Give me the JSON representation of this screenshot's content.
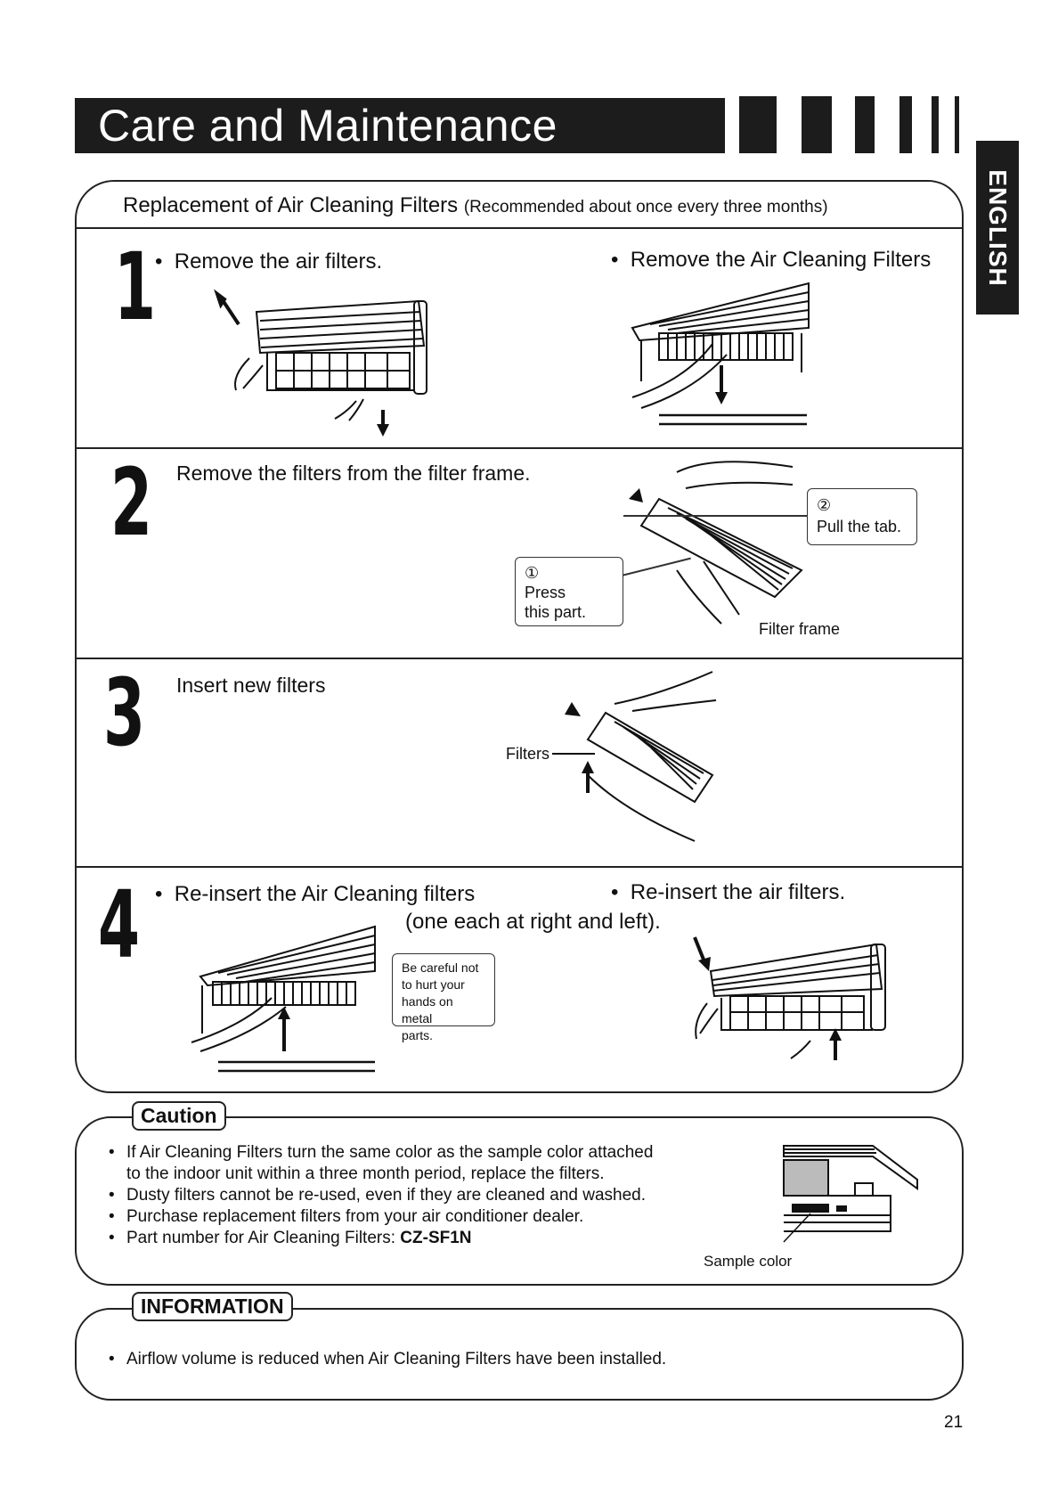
{
  "header": {
    "title": "Care and Maintenance",
    "language_tab": "ENGLISH"
  },
  "section": {
    "title": "Replacement of Air Cleaning Filters",
    "subtitle": "(Recommended about once every three months)"
  },
  "steps": [
    {
      "number": "1",
      "left_text": "Remove the air filters.",
      "right_text": "Remove the Air Cleaning Filters"
    },
    {
      "number": "2",
      "text": "Remove the filters from the filter frame.",
      "callout_pull": "Pull the tab.",
      "callout_pull_num": "②",
      "callout_press_num": "①",
      "callout_press": [
        "Press",
        "this part."
      ],
      "label_frame": "Filter frame"
    },
    {
      "number": "3",
      "text": "Insert new filters",
      "label_filters": "Filters"
    },
    {
      "number": "4",
      "left_text": "Re-insert the Air Cleaning filters",
      "left_text_2": "(one each at right and left).",
      "right_text": "Re-insert the air filters.",
      "callout_careful": [
        "Be careful not",
        "to hurt your",
        "hands on metal",
        "parts."
      ]
    }
  ],
  "caution": {
    "label": "Caution",
    "items": [
      "If Air Cleaning Filters turn the same color as the sample color attached",
      "to the indoor unit within a three month period, replace the filters.",
      "Dusty filters cannot be re-used, even if they are cleaned and washed.",
      "Purchase replacement filters from your air conditioner dealer."
    ],
    "part_prefix": "Part number for Air Cleaning Filters: ",
    "part_number": "CZ-SF1N",
    "sample_label": "Sample color"
  },
  "information": {
    "label": "INFORMATION",
    "items": [
      "Airflow volume is reduced when Air Cleaning Filters have been installed."
    ]
  },
  "page_number": "21"
}
